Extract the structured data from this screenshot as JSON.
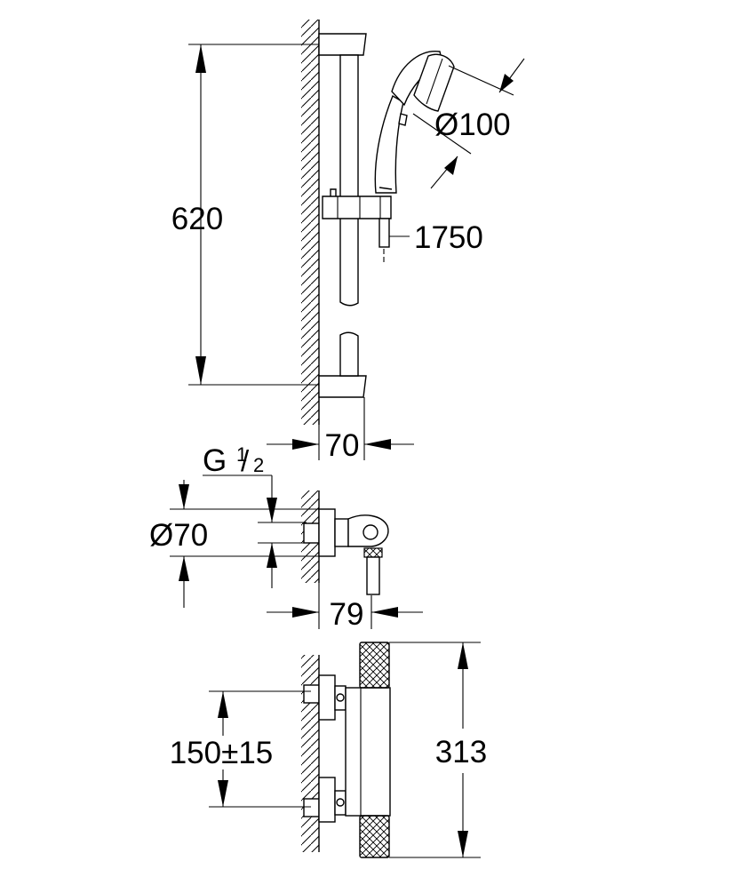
{
  "dimensions": {
    "rail_height": "620",
    "head_diameter": "Ø100",
    "hose_length": "1750",
    "rail_depth": "70",
    "thread_main": "G",
    "thread_num": "1",
    "thread_den": "2",
    "escutcheon_diameter": "Ø70",
    "mixer_depth": "79",
    "connection_spacing": "150±15",
    "mixer_height": "313"
  },
  "colors": {
    "line": "#000000",
    "background": "#ffffff"
  }
}
